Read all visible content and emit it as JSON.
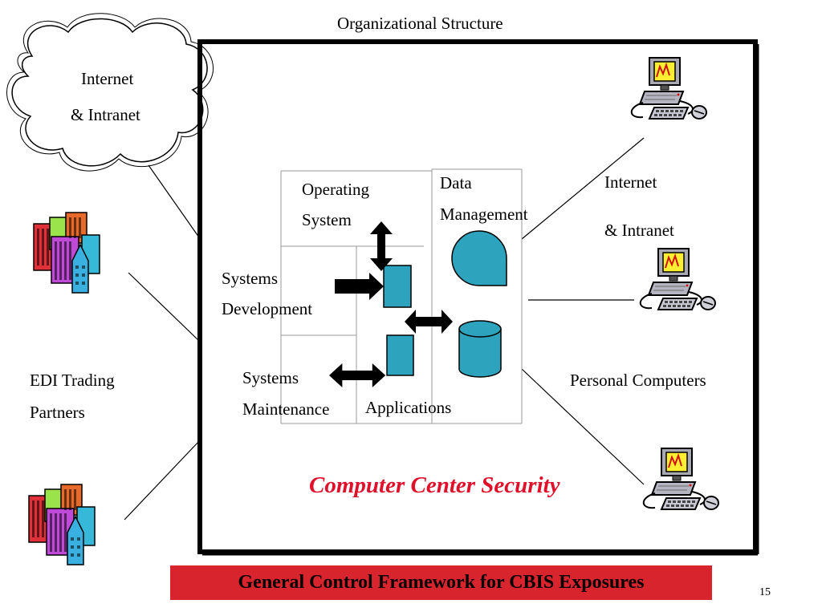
{
  "title": "Organizational Structure",
  "cloud": {
    "line1": "Internet",
    "line2": "& Intranet"
  },
  "edi": {
    "line1": "EDI Trading",
    "line2": "Partners"
  },
  "sections": {
    "os": {
      "line1": "Operating",
      "line2": "System"
    },
    "dm": {
      "line1": "Data",
      "line2": "Management"
    },
    "sd": {
      "line1": "Systems",
      "line2": "Development"
    },
    "sm": {
      "line1": "Systems",
      "line2": "Maintenance"
    },
    "apps": "Applications"
  },
  "right": {
    "inet1": "Internet",
    "inet2": "& Intranet",
    "pcs": "Personal Computers"
  },
  "center_label": "Computer Center Security",
  "banner": "General Control Framework for CBIS Exposures",
  "page_number": "15",
  "colors": {
    "teal": "#2ea3bd",
    "banner": "#d8242c",
    "emphasis": "#e0102a"
  }
}
